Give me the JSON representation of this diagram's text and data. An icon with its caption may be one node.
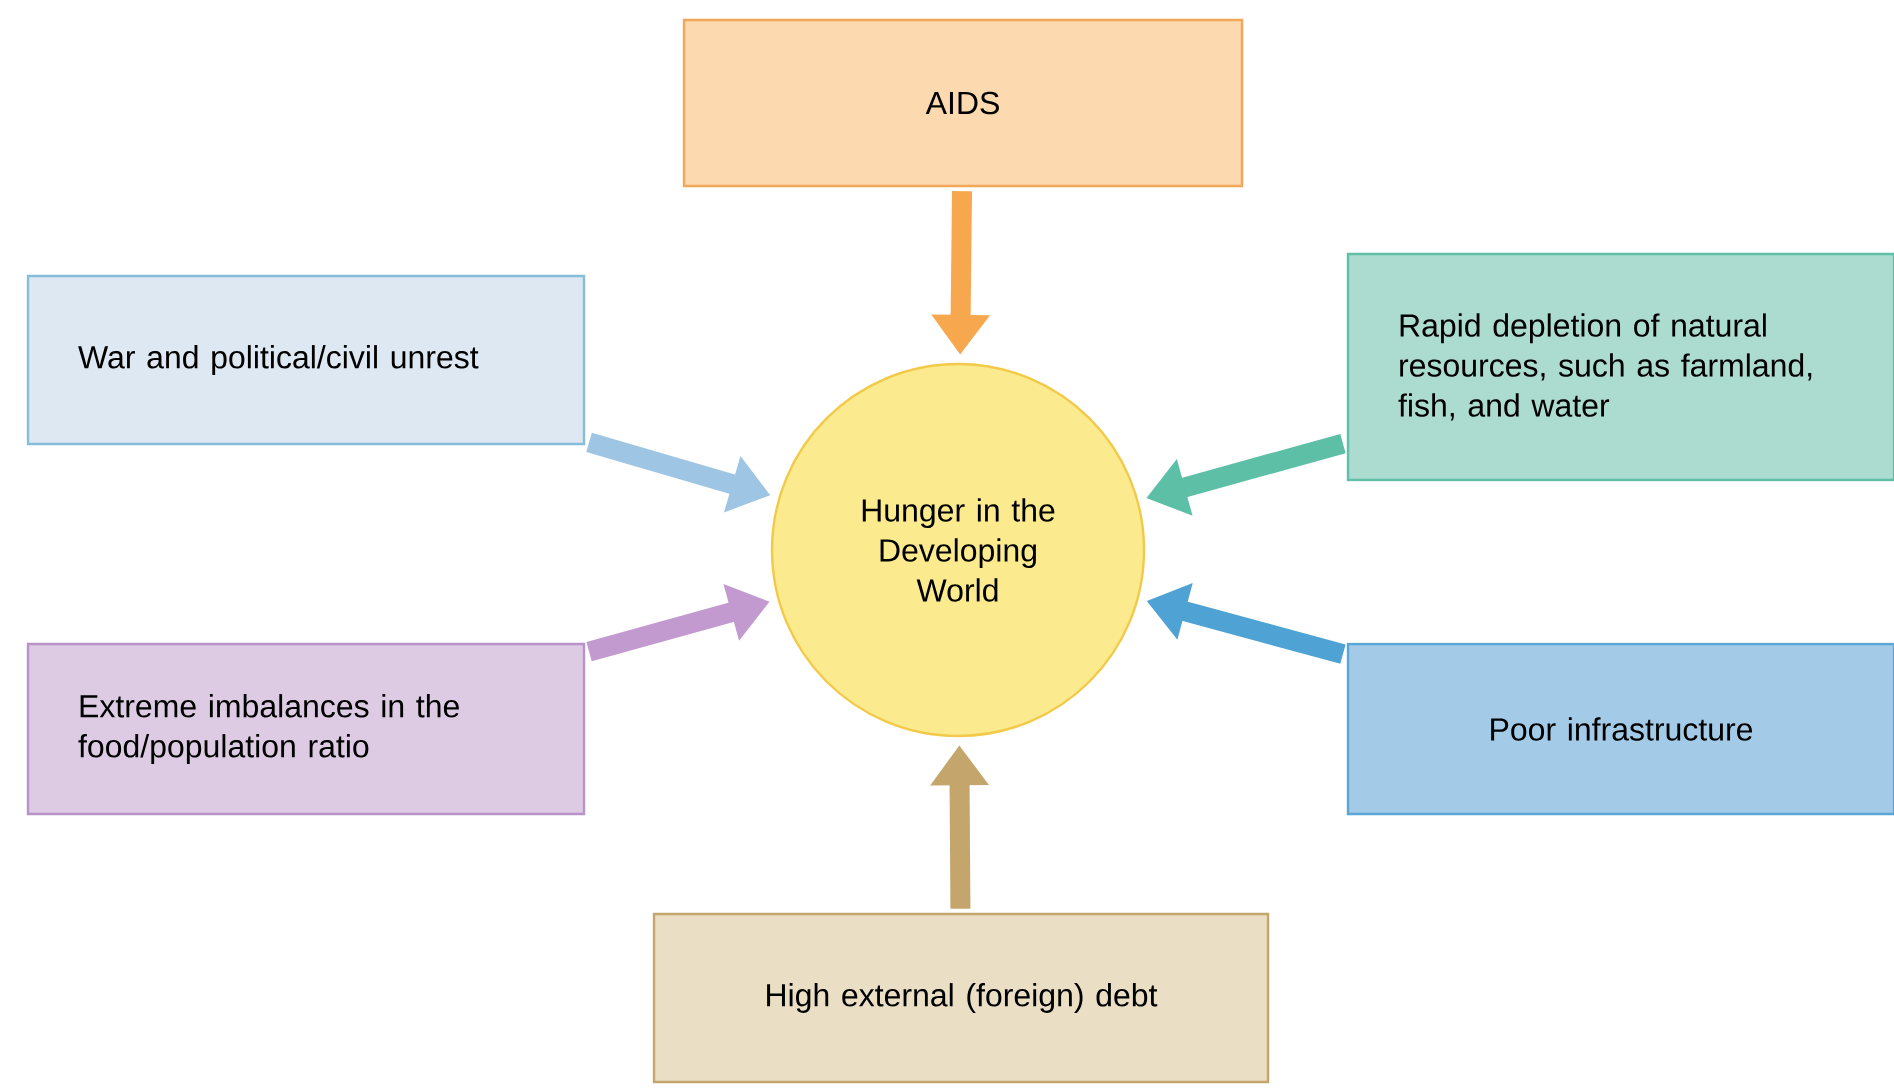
{
  "diagram": {
    "nodes": [
      {
        "text": [
          "AIDS"
        ]
      },
      {
        "text": [
          "War and political/civil unrest"
        ]
      },
      {
        "text": [
          "Hunger in the Developing World"
        ]
      },
      {
        "text": [
          "Rapid depletion of natural resources, such as farmland, fish, and water"
        ]
      },
      {
        "text": [
          "Extreme imbalances in the food/population ratio"
        ]
      },
      {
        "text": [
          "Poor infrastructure"
        ]
      },
      {
        "text": [
          "High external (foreign) debt"
        ]
      }
    ],
    "edges": [
      {
        "from": 0,
        "to": 2,
        "arrow": "to",
        "color": "#f7a84e"
      },
      {
        "from": 1,
        "to": 2,
        "arrow": "to",
        "color": "#9ec6e4"
      },
      {
        "from": 3,
        "to": 2,
        "arrow": "to",
        "color": "#5cbfa6"
      },
      {
        "from": 4,
        "to": 2,
        "arrow": "to",
        "color": "#c39ad0"
      },
      {
        "from": 5,
        "to": 2,
        "arrow": "to",
        "color": "#4fa3d4"
      },
      {
        "from": 6,
        "to": 2,
        "arrow": "to",
        "color": "#c4a66c"
      }
    ]
  }
}
